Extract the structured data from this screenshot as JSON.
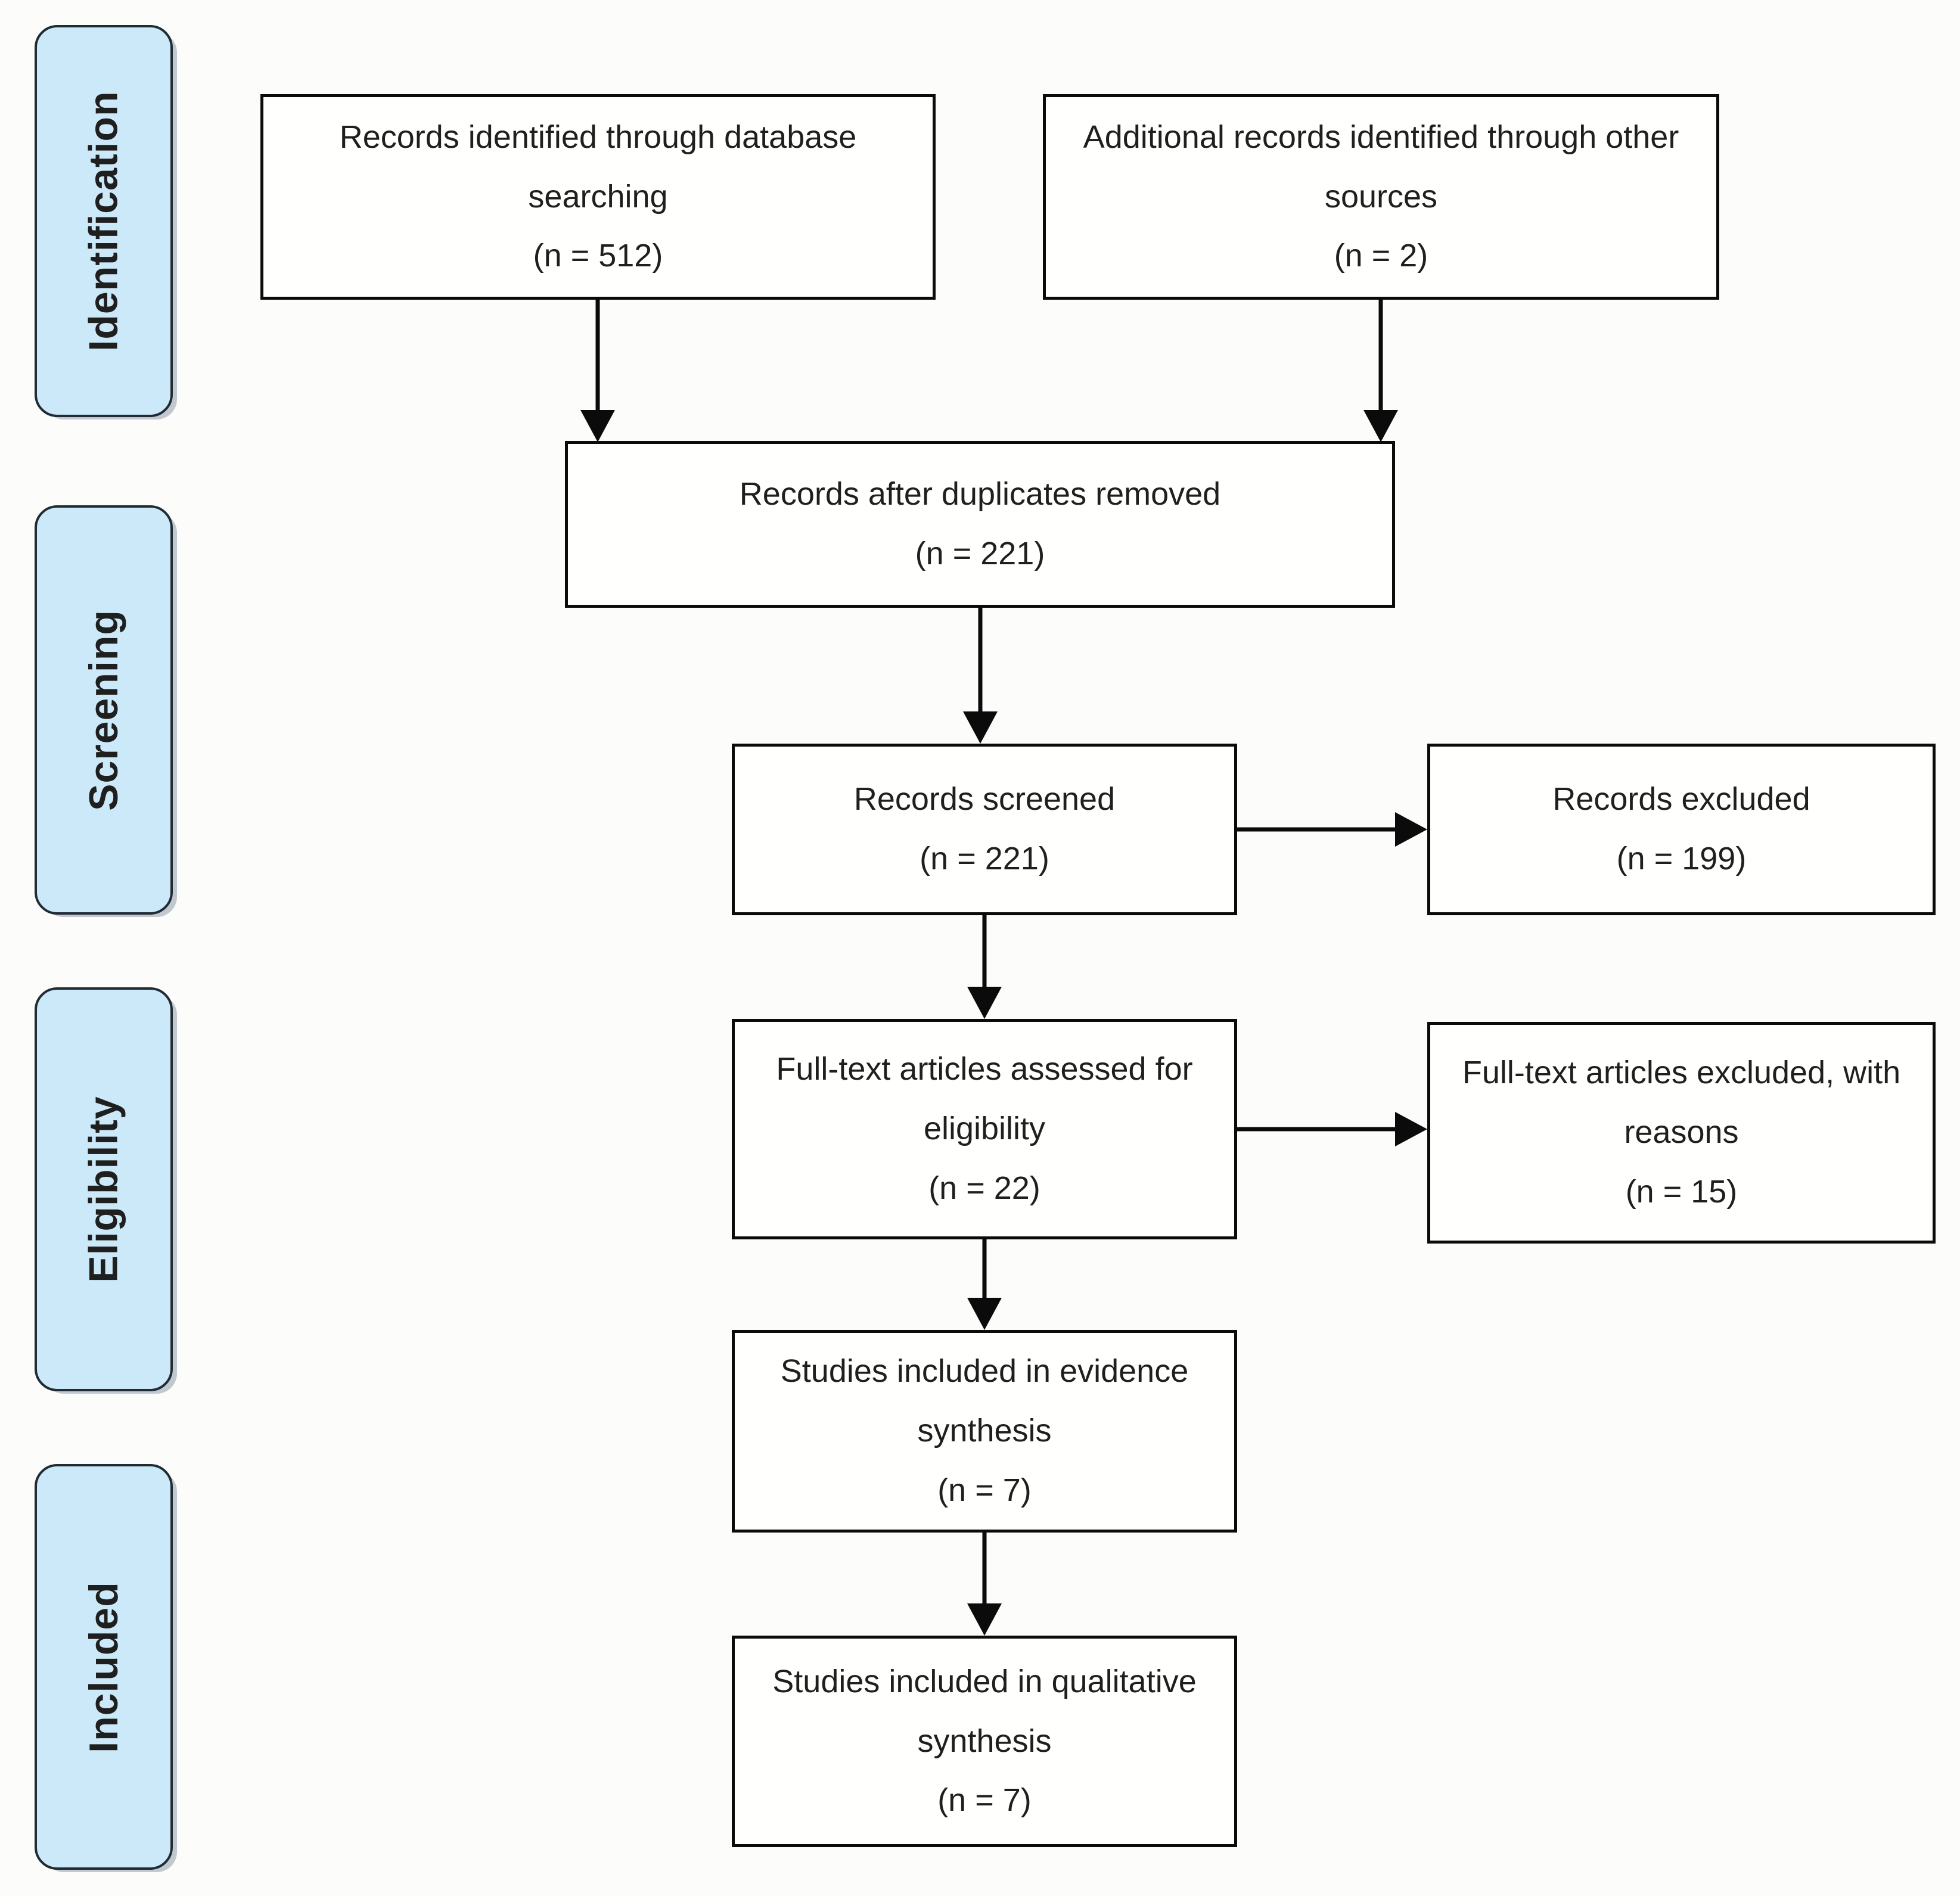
{
  "stages": [
    {
      "label": "Identification"
    },
    {
      "label": "Screening"
    },
    {
      "label": "Eligibility"
    },
    {
      "label": "Included"
    }
  ],
  "boxes": {
    "identified": {
      "label": "Records identified through database searching",
      "count": "(n = 512)"
    },
    "additional": {
      "label": "Additional records identified through other sources",
      "count": "(n = 2)"
    },
    "deduplicated": {
      "label": "Records after duplicates removed",
      "count": "(n = 221)"
    },
    "screened": {
      "label": "Records screened",
      "count": "(n = 221)"
    },
    "records_excluded": {
      "label": "Records excluded",
      "count": "(n = 199)"
    },
    "fulltext_assessed": {
      "label": "Full-text articles assessed for eligibility",
      "count": "(n = 22)"
    },
    "fulltext_excluded": {
      "label": "Full-text articles excluded, with reasons",
      "count": "(n = 15)"
    },
    "evidence_synthesis": {
      "label": "Studies included in evidence synthesis",
      "count": "(n = 7)"
    },
    "qualitative_synthesis": {
      "label": "Studies included in qualitative synthesis",
      "count": "(n = 7)"
    }
  },
  "colors": {
    "stage_fill": "#cce9f9",
    "stage_border": "#202b34",
    "box_fill": "#fffffe",
    "box_border": "#0b0b0b",
    "arrow_color": "#0b0b0b",
    "text_color": "#1f1f1f",
    "page_bg": "#fcfcfa"
  }
}
